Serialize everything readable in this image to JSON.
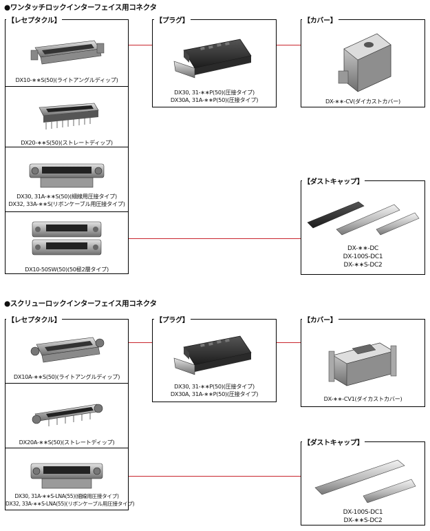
{
  "section1": {
    "heading": "●ワンタッチロックインターフェイス用コネクタ",
    "receptacle": {
      "label": "【レセプタクル】",
      "items": [
        {
          "lines": [
            "DX10-∗∗S(50)(ライトアングルディップ)"
          ]
        },
        {
          "lines": [
            "DX20-∗∗S(50)(ストレートディップ)"
          ]
        },
        {
          "lines": [
            "DX30, 31A-∗∗S(50)(細線用圧接タイプ)",
            "DX32, 33A-∗∗S(リボンケーブル用圧接タイプ)"
          ]
        },
        {
          "lines": [
            "DX10-50SW(50)(50極2層タイプ)"
          ]
        }
      ]
    },
    "plug": {
      "label": "【プラグ】",
      "lines": [
        "DX30, 31-∗∗P(50)(圧接タイプ)",
        "DX30A, 31A-∗∗P(50)(圧接タイプ)"
      ]
    },
    "cover": {
      "label": "【カバー】",
      "lines": [
        "DX-∗∗-CV(ダイカストカバー)"
      ]
    },
    "dustcap": {
      "label": "【ダストキャップ】",
      "lines": [
        "DX-∗∗-DC",
        "DX-100S-DC1",
        "DX-∗∗S-DC2"
      ]
    }
  },
  "section2": {
    "heading": "●スクリューロックインターフェイス用コネクタ",
    "receptacle": {
      "label": "【レセプタクル】",
      "items": [
        {
          "lines": [
            "DX10A-∗∗S(50)(ライトアングルディップ)"
          ]
        },
        {
          "lines": [
            "DX20A-∗∗S(50)(ストレートディップ)"
          ]
        },
        {
          "lines": [
            "DX30, 31A-∗∗S-LNA(55)(細線用圧接タイプ)",
            "DX32, 33A-∗∗S-LNA(55)(リボンケーブル用圧接タイプ)"
          ]
        }
      ]
    },
    "plug": {
      "label": "【プラグ】",
      "lines": [
        "DX30, 31-∗∗P(50)(圧接タイプ)",
        "DX30A, 31A-∗∗P(50)(圧接タイプ)"
      ]
    },
    "cover": {
      "label": "【カバー】",
      "lines": [
        "DX-∗∗-CV1(ダイカストカバー)"
      ]
    },
    "dustcap": {
      "label": "【ダストキャップ】",
      "lines": [
        "DX-100S-DC1",
        "DX-∗∗S-DC2"
      ]
    }
  },
  "colors": {
    "connector_line": "#c8242c",
    "border": "#000000"
  },
  "icons": [
    "receptacle-right-angle-icon",
    "receptacle-straight-icon",
    "receptacle-idc-icon",
    "receptacle-two-tier-icon",
    "plug-icon",
    "cover-icon",
    "dust-cap-icon"
  ]
}
